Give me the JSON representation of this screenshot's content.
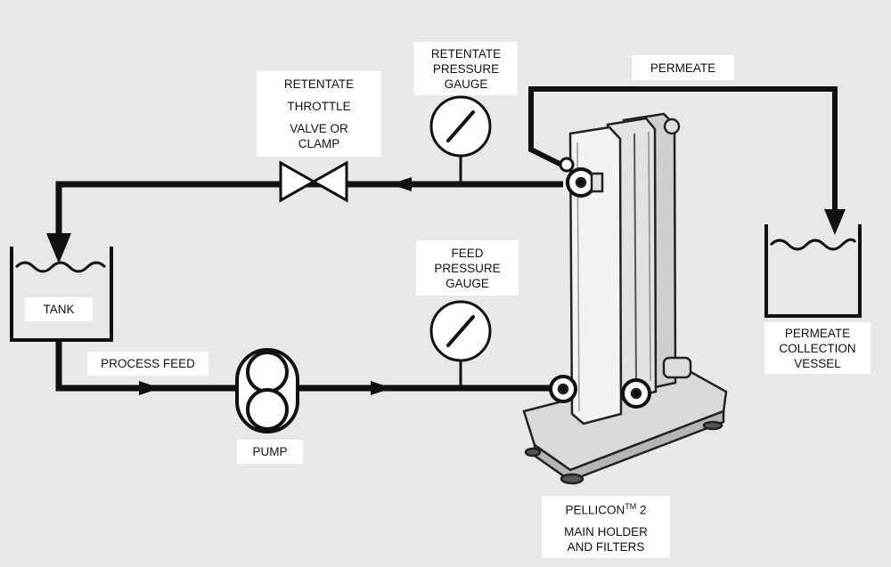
{
  "labels": {
    "retentate_valve": {
      "line1": "RETENTATE",
      "line2": "THROTTLE",
      "line3": "VALVE OR",
      "line4": "CLAMP"
    },
    "retentate_gauge": {
      "line1": "RETENTATE",
      "line2": "PRESSURE",
      "line3": "GAUGE"
    },
    "permeate": "PERMEATE",
    "feed_gauge": {
      "line1": "FEED",
      "line2": "PRESSURE",
      "line3": "GAUGE"
    },
    "tank": "TANK",
    "process_feed": "PROCESS FEED",
    "pump": "PUMP",
    "permeate_vessel": {
      "line1": "PERMEATE",
      "line2": "COLLECTION",
      "line3": "VESSEL"
    },
    "pellicon": {
      "name": "PELLICON",
      "tm": "TM",
      "suffix": " 2",
      "line2": "MAIN HOLDER",
      "line3": "AND FILTERS"
    }
  }
}
